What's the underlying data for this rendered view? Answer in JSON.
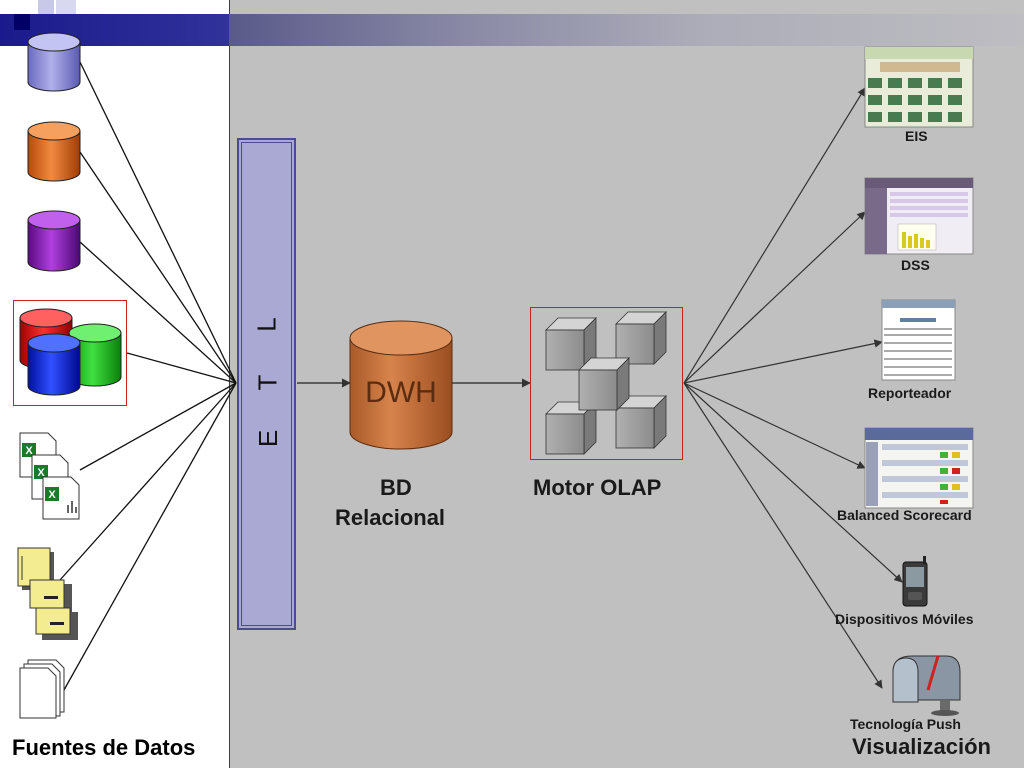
{
  "sources": {
    "title": "Fuentes de Datos"
  },
  "etl": {
    "letters": [
      "E",
      "T",
      "L"
    ]
  },
  "warehouse": {
    "cylinder_label": "DWH",
    "caption_line1": "BD",
    "caption_line2": "Relacional"
  },
  "olap": {
    "caption": "Motor OLAP"
  },
  "outputs": {
    "title": "Visualización",
    "items": [
      {
        "label": "EIS"
      },
      {
        "label": "DSS"
      },
      {
        "label": "Reporteador"
      },
      {
        "label": "Balanced Scorecard"
      },
      {
        "label": "Dispositivos Móviles"
      },
      {
        "label": "Tecnología Push"
      }
    ]
  },
  "colors": {
    "panel_bg": "#c0c0c0",
    "etl_fill": "#a9a9d4",
    "dwh_fill": "#c8713f",
    "cyl_blue": "#8a8ad8",
    "cyl_orange": "#e0661a",
    "cyl_purple": "#8a1ab0",
    "cyl_red": "#e01010",
    "cyl_green": "#20c020",
    "cyl_darkblue": "#1020d0"
  }
}
